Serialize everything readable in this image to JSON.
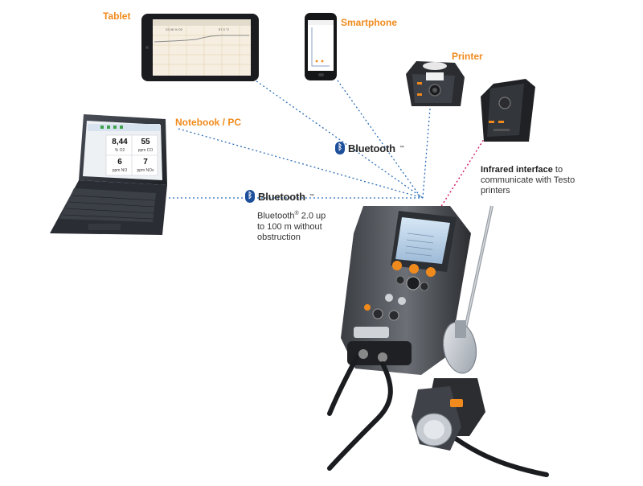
{
  "devices": {
    "tablet": "Tablet",
    "smartphone": "Smartphone",
    "printer": "Printer",
    "notebook": "Notebook / PC"
  },
  "bluetooth_badges": {
    "upper": "Bluetooth",
    "lower": "Bluetooth"
  },
  "bluetooth_note": {
    "line1_prefix": "Bluetooth",
    "line1_sup": "®",
    "line1_suffix": " 2.0 up",
    "line2": "to 100 m without",
    "line3": "obstruction"
  },
  "infrared_note": {
    "bold": "Infrared interface",
    "rest1": " to",
    "line2": "communicate with Testo",
    "line3": "printers"
  },
  "laptop_readings": [
    {
      "value": "8,44",
      "unit": "% O2"
    },
    {
      "value": "55",
      "unit": "ppm CO"
    },
    {
      "value": "6",
      "unit": "ppm NO"
    },
    {
      "value": "7",
      "unit": "ppm NOx"
    }
  ],
  "tablet_screen": {
    "left": "22,06 % O2",
    "right": "57,3 °C"
  },
  "colors": {
    "accent": "#f08a1c",
    "bluetooth_line": "#2e6fb8",
    "infrared_line": "#d6246e",
    "bluetooth_icon": "#1e4f9a"
  }
}
